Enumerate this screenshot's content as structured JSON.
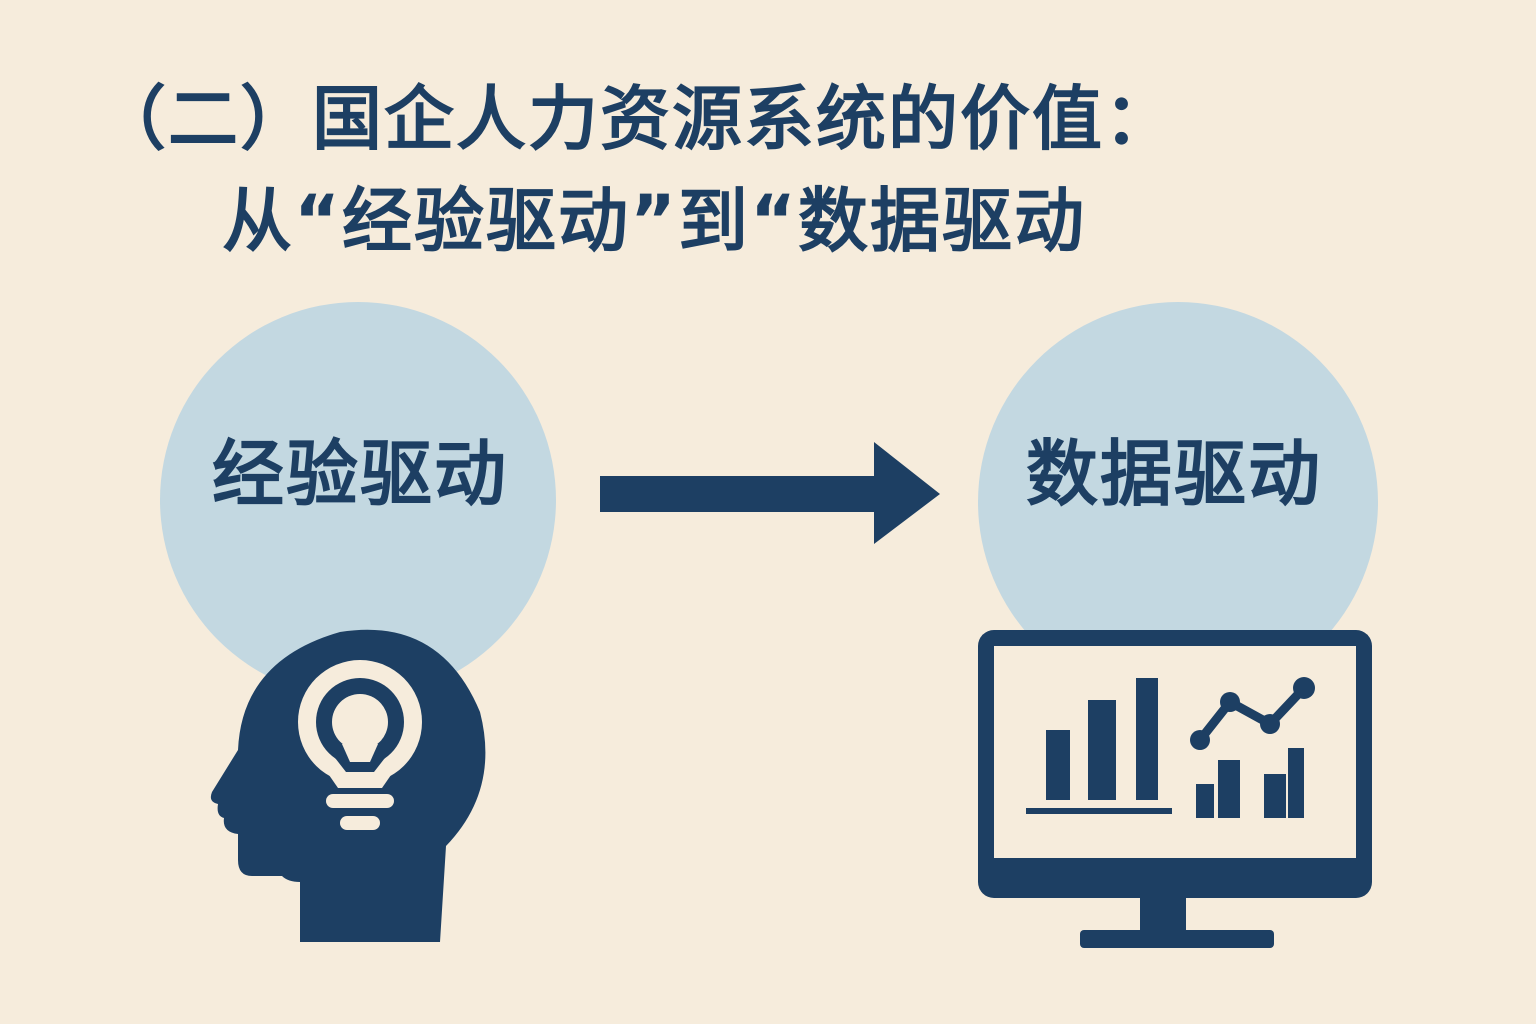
{
  "title": {
    "line1": "（二）国企人力资源系统的价值：",
    "line2": "从“经验驱动”到“数据驱动"
  },
  "left": {
    "label": "经验驱动",
    "icon": "head-lightbulb-icon"
  },
  "right": {
    "label": "数据驱动",
    "icon": "monitor-chart-icon"
  },
  "arrow_icon": "arrow-right-icon",
  "colors": {
    "background": "#f6ecdc",
    "bubble": "#c3d8e1",
    "primary": "#1d3f63"
  }
}
